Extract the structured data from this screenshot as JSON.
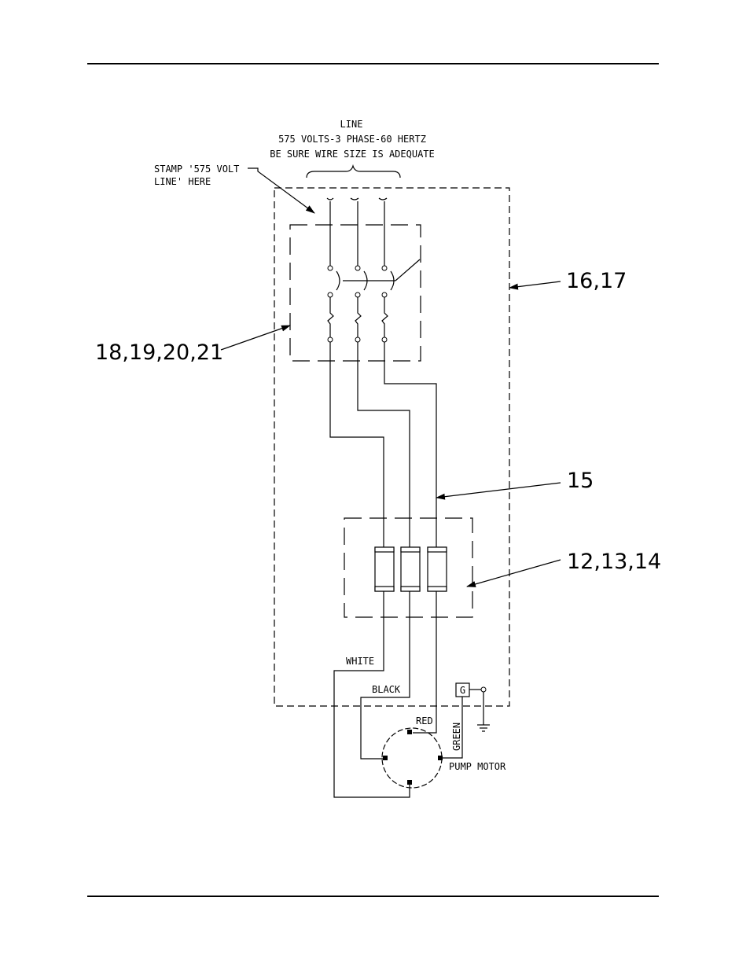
{
  "line_label": {
    "line1": "LINE",
    "line2": "575 VOLTS-3 PHASE-60 HERTZ",
    "line3": "BE SURE WIRE SIZE IS ADEQUATE"
  },
  "stamp_note": {
    "line1": "STAMP '575 VOLT",
    "line2": "LINE' HERE"
  },
  "callouts": {
    "enclosure": "16,17",
    "disconnect": "18,19,20,21",
    "wire": "15",
    "fuses": "12,13,14"
  },
  "wire_labels": {
    "white": "WHITE",
    "black": "BLACK",
    "red": "RED",
    "green": "GREEN"
  },
  "ground_label": "G",
  "motor_label": "PUMP MOTOR"
}
